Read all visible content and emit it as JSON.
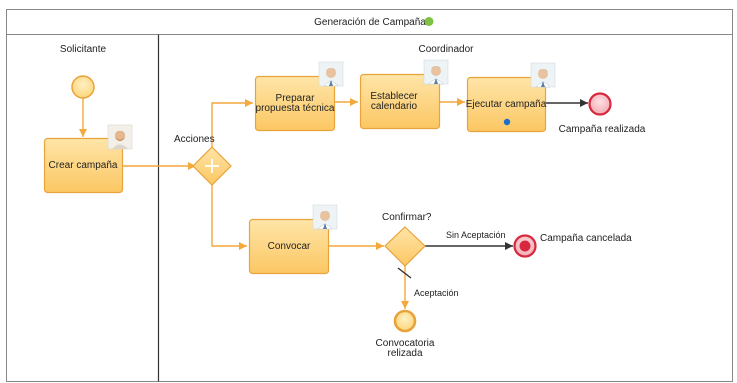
{
  "pool": {
    "title": "Generación de Campaña",
    "status_color": "#7dc242"
  },
  "lanes": {
    "solicitante": "Solicitante",
    "coordinador": "Coordinador"
  },
  "tasks": {
    "crear": "Crear campaña",
    "preparar_l1": "Preparar",
    "preparar_l2": "propuesta técnica",
    "establecer_l1": "Establecer",
    "establecer_l2": "calendario",
    "ejecutar": "Ejecutar campaña",
    "convocar": "Convocar"
  },
  "gateways": {
    "acciones": "Acciones",
    "confirmar": "Confirmar?"
  },
  "flows": {
    "sin_aceptacion": "Sin Aceptación",
    "aceptacion": "Aceptación"
  },
  "events": {
    "realizada": "Campaña realizada",
    "cancelada": "Campaña cancelada",
    "convocatoria_l1": "Convocatoria",
    "convocatoria_l2": "relizada"
  },
  "colors": {
    "task_fill": "#fdd27a",
    "task_stroke": "#e8a33a",
    "flow": "#f4a93c",
    "end_stroke": "#d7283e",
    "end_fill": "#f6c4c8",
    "start_fill": "#fde39a",
    "marker": "#1f6fc9"
  }
}
